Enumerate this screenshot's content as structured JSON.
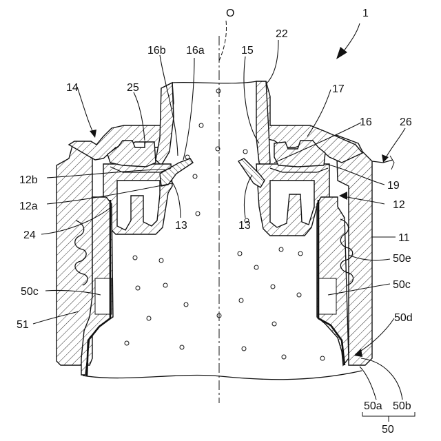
{
  "colors": {
    "line": "#111111",
    "background": "#ffffff"
  },
  "labels": {
    "axis": "O",
    "assembly": "1",
    "l22": "22",
    "l16b": "16b",
    "l16a": "16a",
    "l15": "15",
    "l14": "14",
    "l25": "25",
    "l17": "17",
    "l16": "16",
    "l26": "26",
    "l12b": "12b",
    "l19": "19",
    "l12a": "12a",
    "l13_left": "13",
    "l13_right": "13",
    "l12": "12",
    "l24": "24",
    "l11": "11",
    "l50e": "50e",
    "l50c_left": "50c",
    "l50c_right": "50c",
    "l51": "51",
    "l50d": "50d",
    "l50a": "50a",
    "l50b": "50b",
    "l50": "50"
  }
}
